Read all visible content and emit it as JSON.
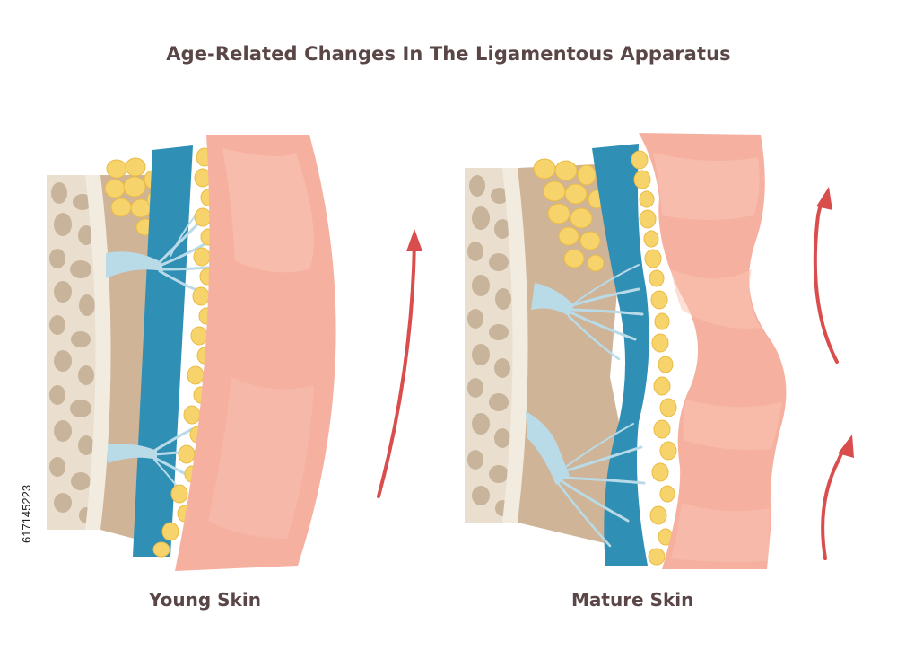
{
  "title": "Age-Related Changes In The Ligamentous Apparatus",
  "panels": [
    {
      "label": "Young Skin"
    },
    {
      "label": "Mature Skin"
    }
  ],
  "side_text": "617145223",
  "colors": {
    "bone_fill": "#eadfcf",
    "bone_spots": "#c8b49a",
    "periosteum": "#f2ebe0",
    "muscle": "#cfb497",
    "fat": "#f7d36b",
    "fat_dark": "#e9bb44",
    "smas_blue": "#2f8fb5",
    "ligament": "#b9dbe8",
    "skin": "#f5b0a0",
    "skin_light": "#f9c4b3",
    "arrow": "#d94d4d",
    "text": "#5a4646"
  }
}
